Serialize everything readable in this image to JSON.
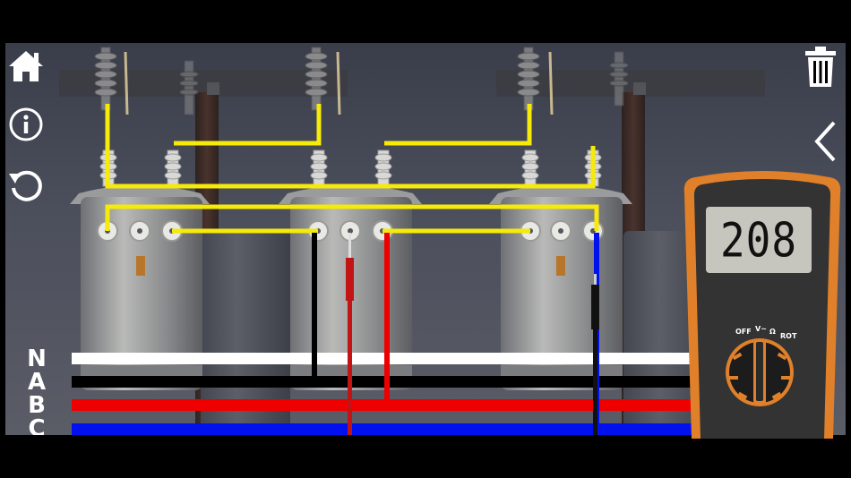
{
  "app": {
    "title": "Transformer Wiring Simulator"
  },
  "toolbar": {
    "home_icon": "home-icon",
    "info_icon": "info-icon",
    "reset_icon": "reset-icon",
    "trash_icon": "trash-icon",
    "back_icon": "chevron-left-icon"
  },
  "phases": {
    "labels": [
      "N",
      "A",
      "B",
      "C"
    ]
  },
  "multimeter": {
    "reading": "208",
    "dial_labels": {
      "off": "OFF",
      "volts": "V~",
      "ohms": "Ω",
      "rotation": "ROT"
    },
    "selected": "V~"
  },
  "colors": {
    "jumper": "#f5ea0a",
    "neutral": "#ffffff",
    "phase_a": "#000000",
    "phase_b": "#ee0000",
    "phase_c": "#0011ee",
    "meter_body": "#e0802a",
    "red_probe": "#c21414",
    "black_probe": "#111111"
  }
}
